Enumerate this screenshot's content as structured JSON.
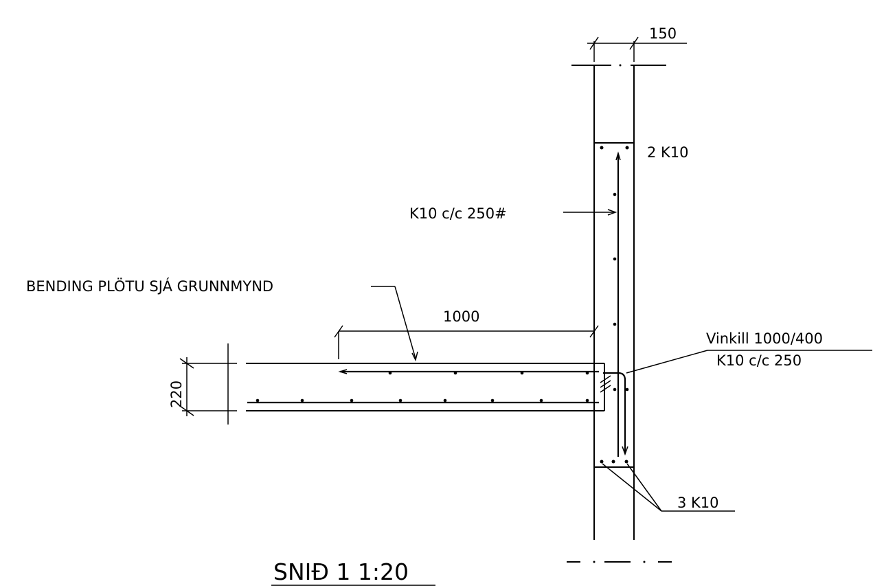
{
  "labels": {
    "wall_width": "150",
    "top_bars": "2 K10",
    "wall_mesh": "K10 c/c 250#",
    "slab_reinforcement_note": "BENDING PLÖTU SJÁ GRUNNMYND",
    "anchorage_length": "1000",
    "angle_bar_top": "Vinkill 1000/400",
    "angle_bar_bottom": "K10 c/c 250",
    "slab_thickness": "220",
    "bottom_bars": "3 K10",
    "section_title": "SNIÐ 1 1:20"
  }
}
